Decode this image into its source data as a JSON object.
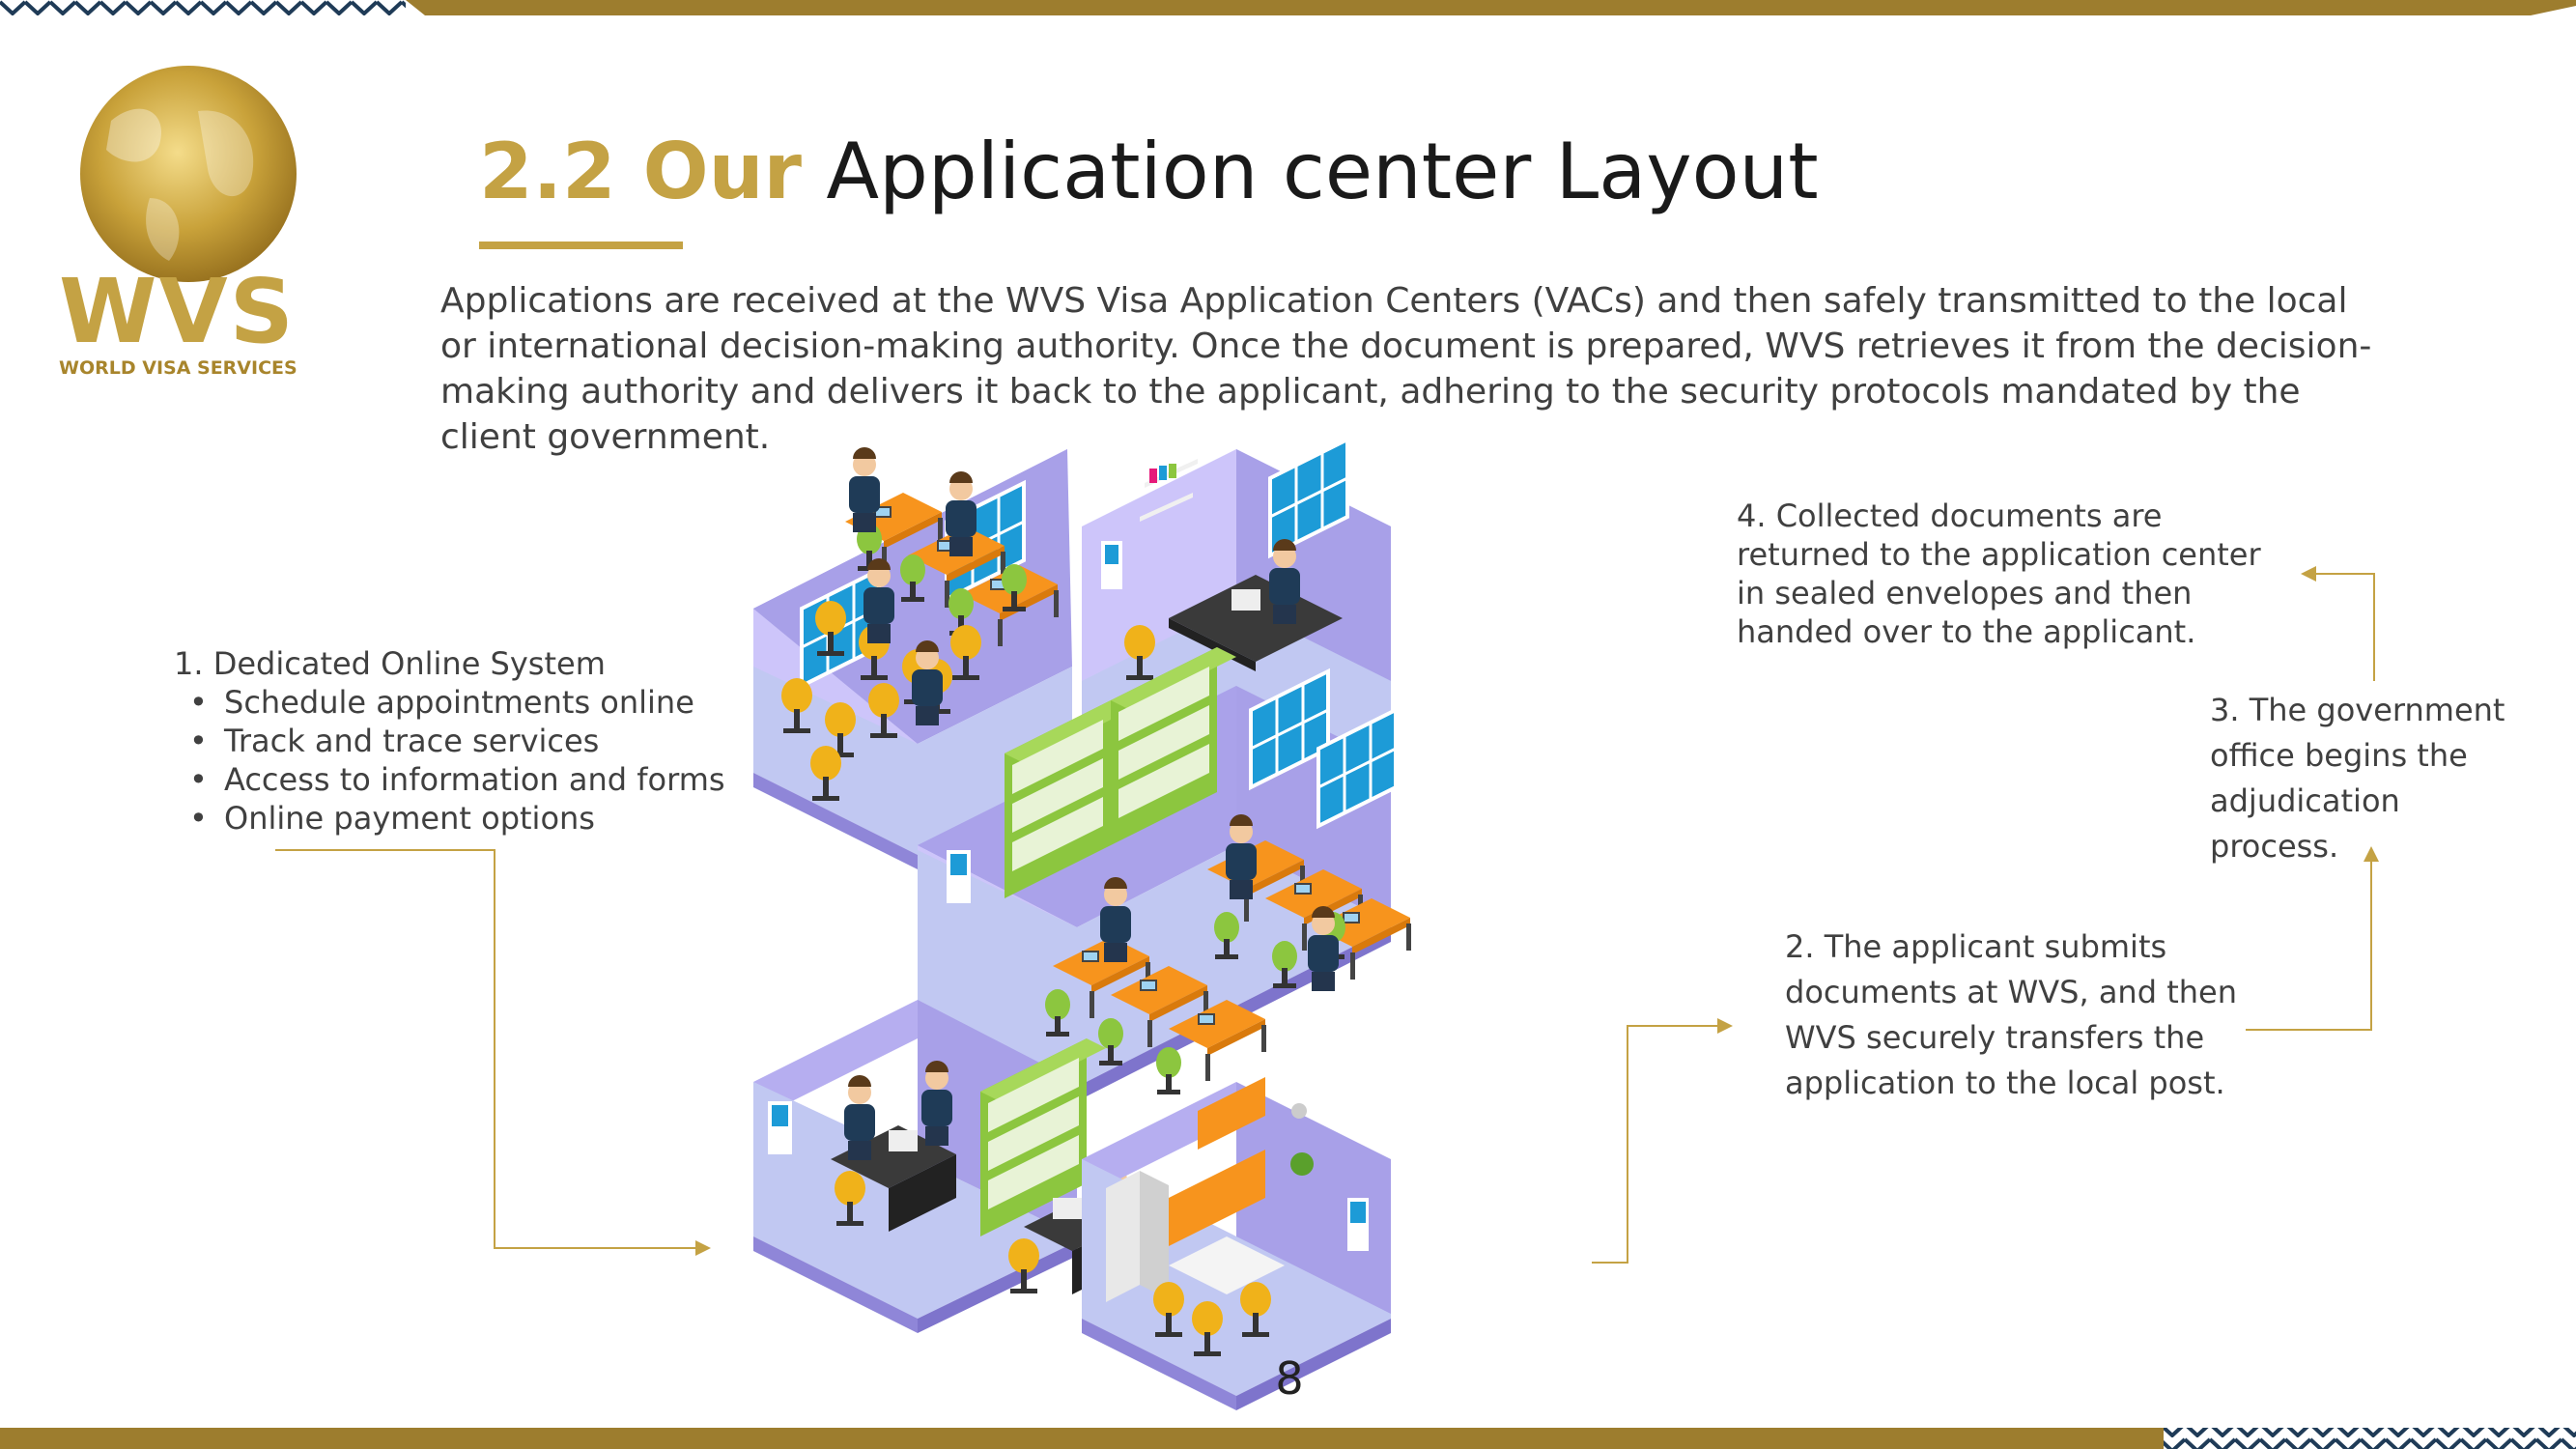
{
  "colors": {
    "gold": "#c4a244",
    "navy": "#1f3b57",
    "wall": "#b0a8ec",
    "floor": "#bcc4f0"
  },
  "logo": {
    "brand": "WVS",
    "tagline": "WORLD VISA SERVICES"
  },
  "title": {
    "accent": "2.2 Our",
    "rest": "Application center Layout"
  },
  "intro": "Applications are received at the WVS Visa Application Centers (VACs) and then safely transmitted to the local or international decision-making authority. Once the document is prepared, WVS retrieves it from the decision-making authority and delivers it back to the applicant, adhering to the security protocols mandated by the client government.",
  "steps": {
    "one": {
      "heading": "1. Dedicated Online System",
      "items": [
        "Schedule appointments online",
        "Track and trace services",
        "Access to information and forms",
        "Online payment options"
      ]
    },
    "two": "2. The applicant submits documents at WVS, and then WVS securely transfers the application to the local post.",
    "three": "3. The government office begins the adjudication process.",
    "four": "4. Collected documents are returned to the application center in sealed envelopes and then handed over to the applicant."
  },
  "page_number": "8"
}
